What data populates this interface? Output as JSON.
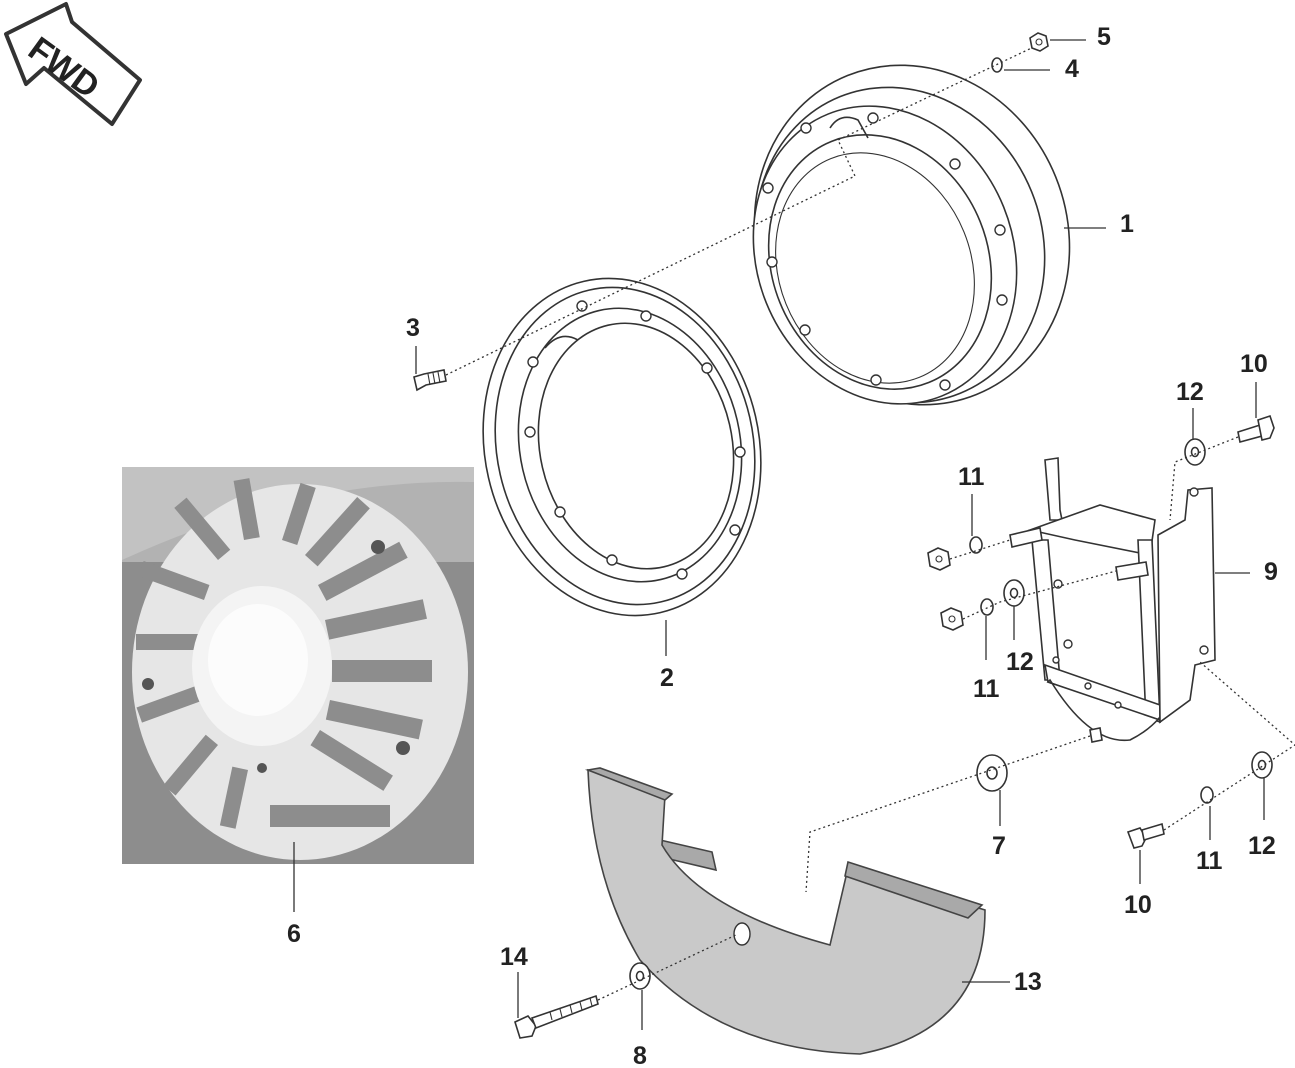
{
  "badge": {
    "text": "FWD"
  },
  "callouts": {
    "p1": "1",
    "p2": "2",
    "p3": "3",
    "p4": "4",
    "p5": "5",
    "p6": "6",
    "p7": "7",
    "p8": "8",
    "p9": "9",
    "p10a": "10",
    "p10b": "10",
    "p11a": "11",
    "p11b": "11",
    "p11c": "11",
    "p12a": "12",
    "p12b": "12",
    "p12c": "12",
    "p13": "13",
    "p14": "14"
  },
  "colors": {
    "line": "#333333",
    "shield_fill": "#c9c9c9",
    "photo_bg": "#8d8d8d",
    "photo_part": "#e6e6e6"
  }
}
